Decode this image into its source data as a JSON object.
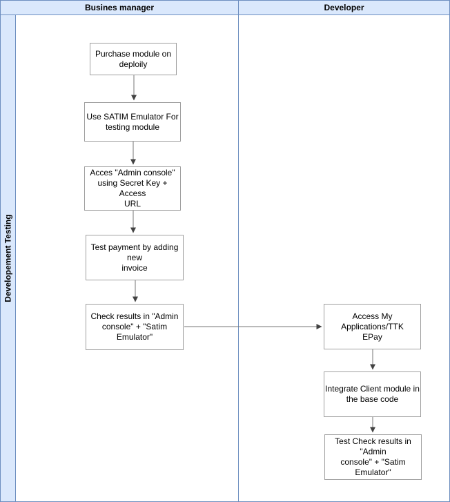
{
  "pool": {
    "title": "Developement Testing"
  },
  "lanes": [
    {
      "title": "Busines manager"
    },
    {
      "title": "Developer"
    }
  ],
  "nodes": [
    {
      "id": "purchase-module",
      "lane": "Busines manager",
      "label": "Purchase module on\ndeploily"
    },
    {
      "id": "use-satim-emulator",
      "lane": "Busines manager",
      "label": "Use SATIM Emulator For\ntesting module"
    },
    {
      "id": "access-admin-console",
      "lane": "Busines manager",
      "label": "Acces \"Admin console\"\nusing Secret Key + Access\nURL"
    },
    {
      "id": "test-payment",
      "lane": "Busines manager",
      "label": "Test payment by adding new\ninvoice"
    },
    {
      "id": "check-results",
      "lane": "Busines manager",
      "label": "Check results in \"Admin\nconsole\" + \"Satim Emulator\""
    },
    {
      "id": "access-my-applications",
      "lane": "Developer",
      "label": "Access My Applications/TTK\nEPay"
    },
    {
      "id": "integrate-client-module",
      "lane": "Developer",
      "label": "Integrate Client module in\nthe base code"
    },
    {
      "id": "test-check-results",
      "lane": "Developer",
      "label": "Test Check results in \"Admin\nconsole\" + \"Satim Emulator\""
    }
  ],
  "edges": [
    {
      "from": "purchase-module",
      "to": "use-satim-emulator"
    },
    {
      "from": "use-satim-emulator",
      "to": "access-admin-console"
    },
    {
      "from": "access-admin-console",
      "to": "test-payment"
    },
    {
      "from": "test-payment",
      "to": "check-results"
    },
    {
      "from": "check-results",
      "to": "access-my-applications"
    },
    {
      "from": "access-my-applications",
      "to": "integrate-client-module"
    },
    {
      "from": "integrate-client-module",
      "to": "test-check-results"
    }
  ],
  "colors": {
    "lane_fill": "#dae8fc",
    "lane_border": "#6c8ebf",
    "node_border": "#9e9e9e",
    "arrow_line": "#757575",
    "arrowhead": "#424242"
  }
}
